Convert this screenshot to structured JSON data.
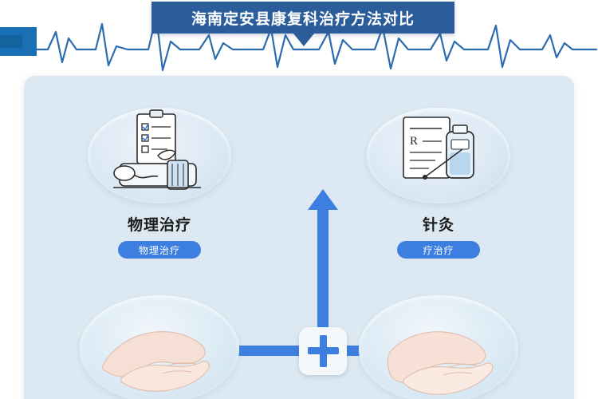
{
  "header": {
    "title": "海南定安县康复科治疗方法对比",
    "ecg_icon": "heartbeat-line-icon"
  },
  "diagram": {
    "center_icon": "medical-cross-icon",
    "arrow_up_icon": "arrow-up-icon",
    "arrow_left_icon": "arrow-left-chevron-icon",
    "arrow_right_icon": "arrow-right-chevron-icon",
    "items": [
      {
        "id": "physical-therapy",
        "label": "物理治疗",
        "tag": "物理治疗",
        "icon": "nebulizer-checklist-icon"
      },
      {
        "id": "acupuncture",
        "label": "针灸",
        "tag": "疗治疗",
        "icon": "prescription-bottle-icon"
      },
      {
        "id": "hands-left",
        "label": "",
        "tag": "",
        "icon": "massage-hands-icon"
      },
      {
        "id": "hands-right",
        "label": "",
        "tag": "",
        "icon": "massage-hands-icon"
      }
    ]
  },
  "colors": {
    "banner": "#2c5d9b",
    "arrow": "#3d7fe0",
    "panel": "#dce9f2",
    "ecg": "#2b6cb0"
  }
}
